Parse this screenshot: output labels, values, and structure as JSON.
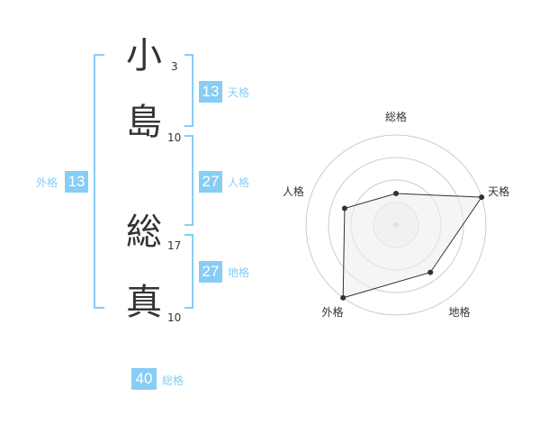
{
  "name": {
    "chars": [
      {
        "char": "小",
        "strokes": "3"
      },
      {
        "char": "島",
        "strokes": "10"
      },
      {
        "char": "総",
        "strokes": "17"
      },
      {
        "char": "真",
        "strokes": "10"
      }
    ]
  },
  "fortune": {
    "tenkaku": {
      "value": "13",
      "label": "天格"
    },
    "jinkaku": {
      "value": "27",
      "label": "人格"
    },
    "chikaku": {
      "value": "27",
      "label": "地格"
    },
    "gaikaku": {
      "value": "13",
      "label": "外格"
    },
    "soukaku": {
      "value": "40",
      "label": "総格"
    }
  },
  "colors": {
    "accent": "#87cdf5",
    "text": "#333333",
    "grid": "#cccccc",
    "fill": "#eeeeee"
  },
  "chart_data": {
    "type": "radar",
    "axes": [
      "総格",
      "天格",
      "地格",
      "外格",
      "人格"
    ],
    "values": [
      0.35,
      1.0,
      0.65,
      1.0,
      0.6
    ],
    "rings": 4
  }
}
